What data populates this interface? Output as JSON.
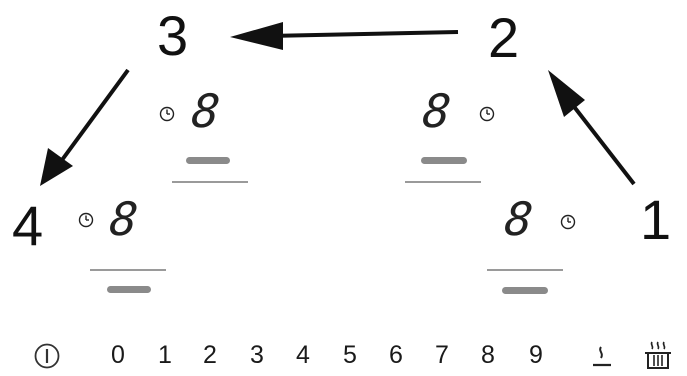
{
  "zone_labels": [
    "1",
    "2",
    "3",
    "4"
  ],
  "zones": [
    {
      "id": "3",
      "digit": "8"
    },
    {
      "id": "2",
      "digit": "8"
    },
    {
      "id": "4",
      "digit": "8"
    },
    {
      "id": "1",
      "digit": "8"
    }
  ],
  "controls": {
    "power_icon": "power-icon",
    "digits": [
      "0",
      "1",
      "2",
      "3",
      "4",
      "5",
      "6",
      "7",
      "8",
      "9"
    ],
    "keep_warm_icon": "keep-warm-icon",
    "pot_icon": "steam-pot-icon"
  }
}
